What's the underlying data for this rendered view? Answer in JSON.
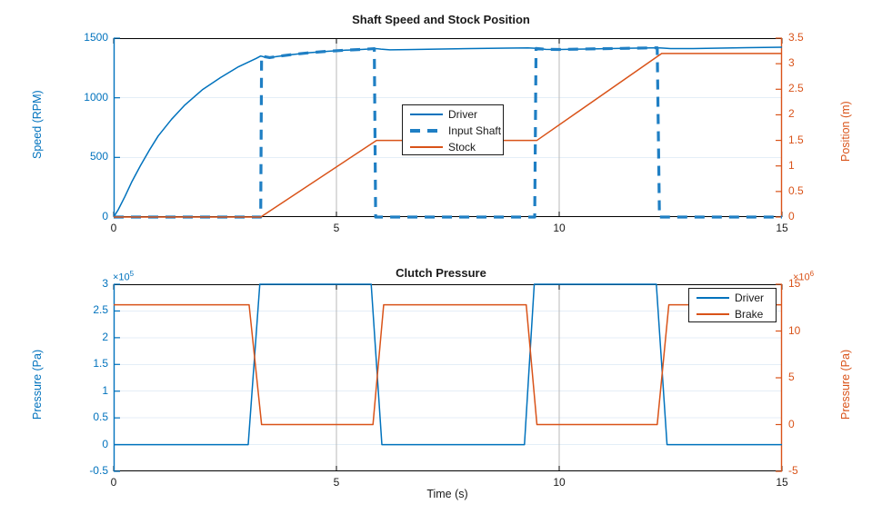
{
  "figure": {
    "xlabel": "Time (s)",
    "background": "#ffffff",
    "colors": {
      "driver_blue": "#0072BD",
      "input_shaft_blue": "#1f7fc4",
      "stock_orange": "#D95319",
      "axis_black": "#000000",
      "grid": "#e4eef7"
    }
  },
  "chart_data": [
    {
      "type": "line",
      "title": "Shaft Speed and Stock Position",
      "xlabel": "",
      "ylabel": "Speed (RPM)",
      "ylabel_right": "Position (m)",
      "xlim": [
        0,
        15
      ],
      "ylim": [
        0,
        1500
      ],
      "ylim_right": [
        0,
        3.5
      ],
      "xticks": [
        0,
        5,
        10,
        15
      ],
      "xticklabels": [
        "0",
        "5",
        "10",
        "15"
      ],
      "yticks": [
        0,
        500,
        1000,
        1500
      ],
      "yticklabels": [
        "0",
        "500",
        "1000",
        "1500"
      ],
      "yticks_right": [
        0,
        0.5,
        1,
        1.5,
        2,
        2.5,
        3,
        3.5
      ],
      "yticklabels_right": [
        "0",
        "0.5",
        "1",
        "1.5",
        "2",
        "2.5",
        "3",
        "3.5"
      ],
      "grid": true,
      "legend": [
        "Driver",
        "Input Shaft",
        "Stock"
      ],
      "legend_position": "center",
      "series": [
        {
          "name": "Driver",
          "axis": "left",
          "style": "solid",
          "color": "#0072BD",
          "points": [
            [
              0,
              0
            ],
            [
              0.1,
              60
            ],
            [
              0.25,
              170
            ],
            [
              0.4,
              290
            ],
            [
              0.6,
              430
            ],
            [
              0.8,
              560
            ],
            [
              1.0,
              680
            ],
            [
              1.3,
              820
            ],
            [
              1.6,
              940
            ],
            [
              2.0,
              1070
            ],
            [
              2.4,
              1170
            ],
            [
              2.8,
              1260
            ],
            [
              3.2,
              1330
            ],
            [
              3.3,
              1350
            ],
            [
              3.4,
              1340
            ],
            [
              3.5,
              1337
            ],
            [
              3.7,
              1348
            ],
            [
              4.0,
              1362
            ],
            [
              4.4,
              1378
            ],
            [
              4.8,
              1390
            ],
            [
              5.2,
              1399
            ],
            [
              5.6,
              1406
            ],
            [
              5.9,
              1412
            ],
            [
              6.0,
              1408
            ],
            [
              6.2,
              1402
            ],
            [
              6.6,
              1404
            ],
            [
              7.2,
              1408
            ],
            [
              8.0,
              1412
            ],
            [
              8.8,
              1416
            ],
            [
              9.3,
              1418
            ],
            [
              9.5,
              1414
            ],
            [
              9.7,
              1406
            ],
            [
              10.0,
              1405
            ],
            [
              10.6,
              1409
            ],
            [
              11.4,
              1414
            ],
            [
              12.2,
              1419
            ],
            [
              12.3,
              1417
            ],
            [
              12.5,
              1412
            ],
            [
              13.0,
              1412
            ],
            [
              13.6,
              1416
            ],
            [
              14.2,
              1420
            ],
            [
              15.0,
              1424
            ]
          ]
        },
        {
          "name": "Input Shaft",
          "axis": "left",
          "style": "dashed",
          "color": "#1f7fc4",
          "points": [
            [
              0,
              0
            ],
            [
              3.25,
              0
            ],
            [
              3.3,
              0
            ],
            [
              3.32,
              1350
            ],
            [
              3.5,
              1337
            ],
            [
              3.7,
              1348
            ],
            [
              4.0,
              1362
            ],
            [
              4.4,
              1378
            ],
            [
              4.8,
              1390
            ],
            [
              5.2,
              1399
            ],
            [
              5.6,
              1406
            ],
            [
              5.85,
              1412
            ],
            [
              5.88,
              0
            ],
            [
              9.45,
              0
            ],
            [
              9.48,
              1414
            ],
            [
              9.7,
              1406
            ],
            [
              10.0,
              1405
            ],
            [
              10.6,
              1409
            ],
            [
              11.4,
              1414
            ],
            [
              12.2,
              1419
            ],
            [
              12.25,
              0
            ],
            [
              15.0,
              0
            ]
          ]
        },
        {
          "name": "Stock",
          "axis": "right",
          "style": "solid",
          "color": "#D95319",
          "points": [
            [
              0,
              0
            ],
            [
              3.3,
              0
            ],
            [
              5.9,
              1.5
            ],
            [
              9.5,
              1.5
            ],
            [
              12.3,
              3.2
            ],
            [
              15,
              3.2
            ]
          ]
        }
      ]
    },
    {
      "type": "line",
      "title": "Clutch Pressure",
      "xlabel": "Time (s)",
      "ylabel": "Pressure (Pa)",
      "ylabel_right": "Pressure (Pa)",
      "y_exponent": "×10⁵",
      "y_exponent_right": "×10⁶",
      "xlim": [
        0,
        15
      ],
      "ylim": [
        -0.5,
        3
      ],
      "ylim_right": [
        -5,
        15
      ],
      "xticks": [
        0,
        5,
        10,
        15
      ],
      "xticklabels": [
        "0",
        "5",
        "10",
        "15"
      ],
      "yticks": [
        -0.5,
        0,
        0.5,
        1,
        1.5,
        2,
        2.5,
        3
      ],
      "yticklabels": [
        "-0.5",
        "0",
        "0.5",
        "1",
        "1.5",
        "2",
        "2.5",
        "3"
      ],
      "yticks_right": [
        -5,
        0,
        5,
        10,
        15
      ],
      "yticklabels_right": [
        "-5",
        "0",
        "5",
        "10",
        "15"
      ],
      "grid": true,
      "legend": [
        "Driver",
        "Brake"
      ],
      "legend_position": "northeast",
      "series": [
        {
          "name": "Driver",
          "axis": "left",
          "style": "solid",
          "color": "#0072BD",
          "points": [
            [
              0,
              0.0
            ],
            [
              3.02,
              0.0
            ],
            [
              3.28,
              3.0
            ],
            [
              5.78,
              3.0
            ],
            [
              6.02,
              0.0
            ],
            [
              9.22,
              0.0
            ],
            [
              9.44,
              3.0
            ],
            [
              12.18,
              3.0
            ],
            [
              12.42,
              0.0
            ],
            [
              15,
              0.0
            ]
          ]
        },
        {
          "name": "Brake",
          "axis": "right",
          "style": "solid",
          "color": "#D95319",
          "points": [
            [
              0,
              12.8
            ],
            [
              3.04,
              12.8
            ],
            [
              3.32,
              0.0
            ],
            [
              5.82,
              0.0
            ],
            [
              6.06,
              12.8
            ],
            [
              9.26,
              12.8
            ],
            [
              9.5,
              0.0
            ],
            [
              12.2,
              0.0
            ],
            [
              12.46,
              12.8
            ],
            [
              15,
              12.8
            ]
          ]
        }
      ]
    }
  ],
  "axes_top": {
    "title": "Shaft Speed and Stock Position",
    "ylabel_left": "Speed (RPM)",
    "ylabel_right": "Position (m)",
    "exponent_left": "",
    "exponent_right": ""
  },
  "axes_bottom": {
    "title": "Clutch Pressure",
    "ylabel_left": "Pressure (Pa)",
    "ylabel_right": "Pressure (Pa)",
    "exponent_left_mantissa": "×10",
    "exponent_left_power": "5",
    "exponent_right_mantissa": "×10",
    "exponent_right_power": "6",
    "xlabel": "Time (s)"
  },
  "legend_top": {
    "items": [
      {
        "label": "Driver",
        "color": "#0072BD",
        "style": "solid"
      },
      {
        "label": "Input Shaft",
        "color": "#1f7fc4",
        "style": "dashed"
      },
      {
        "label": "Stock",
        "color": "#D95319",
        "style": "solid"
      }
    ]
  },
  "legend_bottom": {
    "items": [
      {
        "label": "Driver",
        "color": "#0072BD",
        "style": "solid"
      },
      {
        "label": "Brake",
        "color": "#D95319",
        "style": "solid"
      }
    ]
  }
}
